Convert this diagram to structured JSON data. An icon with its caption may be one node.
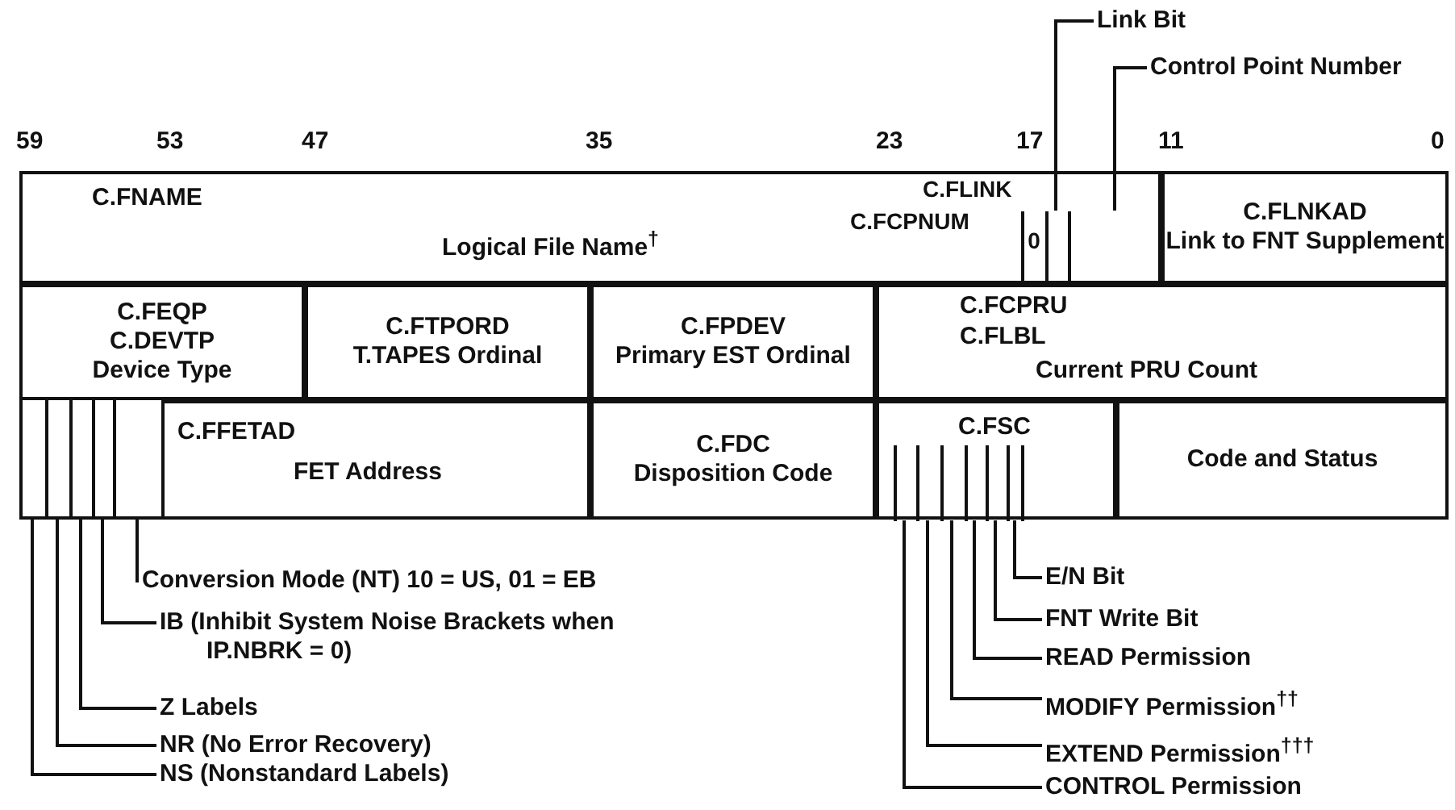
{
  "diagram": {
    "nodes": [
      {
        "text": [
          "C.FNAME",
          "Logical File Name$^{†}$"
        ]
      },
      {
        "text": [
          "0"
        ],
        "in": 0
      },
      {
        "text": [],
        "shape": "box",
        "in": 0
      },
      {
        "text": [],
        "shape": "box",
        "in": 0
      },
      {
        "text": [
          "C.FLNKAD",
          "Link to FNT Supplement"
        ]
      },
      {
        "text": [
          "C.FEQP",
          "C.DEVTP",
          "Device Type"
        ]
      },
      {
        "text": [
          "C.FTPORD",
          "T.TAPES Ordinal"
        ]
      },
      {
        "text": [
          "C.FPDEV",
          "Primary EST Ordinal"
        ]
      },
      {
        "text": [
          "C.FCPRU",
          "C.FLBL",
          "Current PRU Count"
        ]
      },
      {
        "text": [],
        "shape": "box"
      },
      {
        "text": [],
        "shape": "box"
      },
      {
        "text": [],
        "shape": "box"
      },
      {
        "text": [],
        "shape": "box"
      },
      {
        "text": [],
        "shape": "box"
      },
      {
        "text": [
          "C.FFETAD",
          "FET Address"
        ]
      },
      {
        "text": [
          "C.FDC",
          "Disposition Code"
        ]
      },
      {
        "text": [
          "C.FSC"
        ]
      },
      {
        "text": [],
        "shape": "box",
        "in": 16
      },
      {
        "text": [],
        "shape": "box",
        "in": 16
      },
      {
        "text": [],
        "shape": "box",
        "in": 16
      },
      {
        "text": [],
        "shape": "box",
        "in": 16
      },
      {
        "text": [],
        "shape": "box",
        "in": 16
      },
      {
        "text": [],
        "shape": "box",
        "in": 16
      },
      {
        "text": [
          "Code and Status"
        ]
      },
      {
        "text": [
          "Link Bit"
        ]
      },
      {
        "text": [
          "Control Point Number"
        ]
      },
      {
        "text": [
          "Conversion Mode (NT) 10 = US, 01 = EB"
        ]
      },
      {
        "text": [
          "IB (Inhibit System Noise Brackets when IP.NBRK = 0)"
        ]
      },
      {
        "text": [
          "Z Labels"
        ]
      },
      {
        "text": [
          "NR (No Error Recovery)"
        ]
      },
      {
        "text": [
          "NS (Nonstandard Labels)"
        ]
      },
      {
        "text": [
          "E/N Bit"
        ]
      },
      {
        "text": [
          "FNT Write Bit"
        ]
      },
      {
        "text": [
          "READ Permission"
        ]
      },
      {
        "text": [
          "MODIFY Permission$^{††}$"
        ]
      },
      {
        "text": [
          "EXTEND Permission$^{†††}$"
        ]
      },
      {
        "text": [
          "CONTROL Permission"
        ]
      }
    ],
    "edges": [
      {
        "from": 24,
        "to": 2,
        "arrow": "none"
      },
      {
        "from": 25,
        "to": 3,
        "arrow": "none"
      },
      {
        "from": 26,
        "to": 13,
        "arrow": "none"
      },
      {
        "from": 27,
        "to": 12,
        "arrow": "none"
      },
      {
        "from": 28,
        "to": 11,
        "arrow": "none"
      },
      {
        "from": 29,
        "to": 10,
        "arrow": "none"
      },
      {
        "from": 30,
        "to": 9,
        "arrow": "none"
      },
      {
        "from": 31,
        "to": 22,
        "arrow": "none"
      },
      {
        "from": 32,
        "to": 21,
        "arrow": "none"
      },
      {
        "from": 33,
        "to": 20,
        "arrow": "none"
      },
      {
        "from": 34,
        "to": 19,
        "arrow": "none"
      },
      {
        "from": 35,
        "to": 18,
        "arrow": "none"
      },
      {
        "from": 36,
        "to": 17,
        "arrow": "none"
      }
    ],
    "labels": [
      "59",
      "53",
      "47",
      "35",
      "23",
      "17",
      "11",
      "0",
      "C.FLINK",
      "C.FCPNUM"
    ]
  }
}
